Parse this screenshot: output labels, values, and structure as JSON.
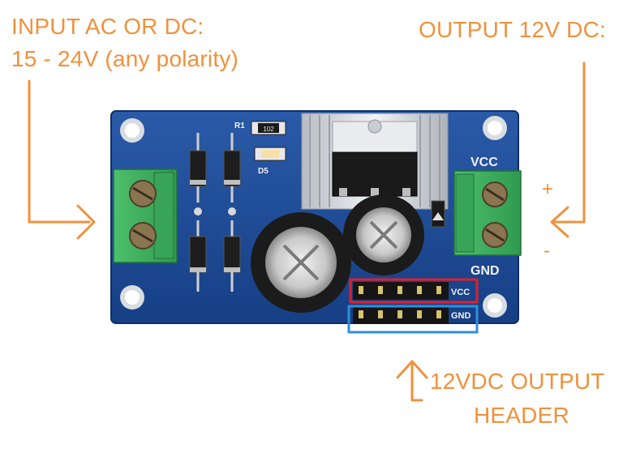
{
  "callouts": {
    "input_line1": "INPUT AC OR DC:",
    "input_line2": "15 - 24V  (any polarity)",
    "output": "OUTPUT 12V DC:",
    "header_line1": "12VDC OUTPUT",
    "header_line2": "HEADER"
  },
  "board_labels": {
    "vcc_terminal": "VCC",
    "gnd_terminal": "GND",
    "vcc_header": "VCC",
    "gnd_header": "GND",
    "r1": "R1",
    "d5": "D5",
    "r1_value": "102",
    "plus": "+",
    "minus": "-"
  },
  "colors": {
    "annotation": "#f0913c",
    "board": "#1f4f9a",
    "terminal": "#3fae5e",
    "vcc_box": "#e0202a",
    "gnd_box": "#2f8fd6"
  }
}
